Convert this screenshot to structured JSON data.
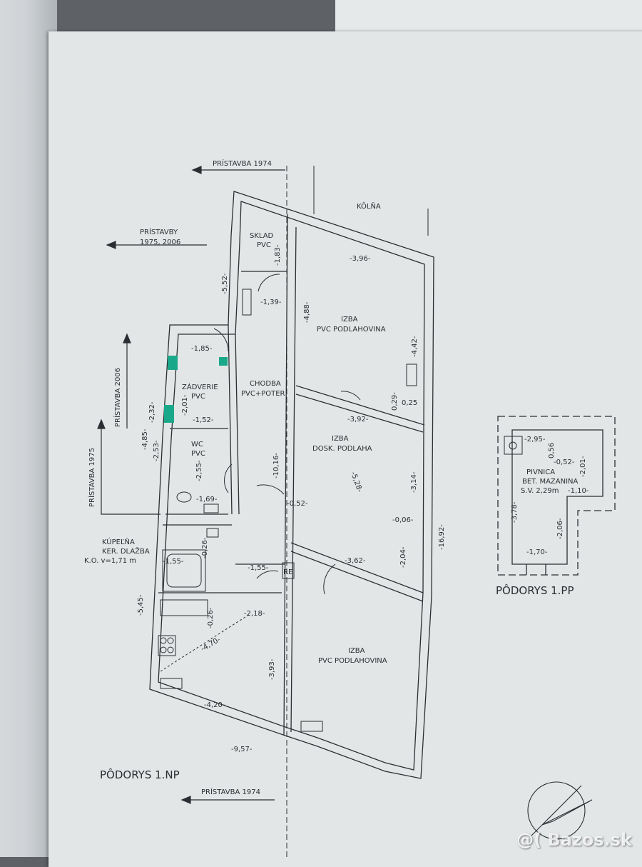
{
  "colors": {
    "paper": "#e2e6e7",
    "ink": "#2b2f33",
    "accent": "#1aa88a"
  },
  "labels": {
    "pristavba_1974_top": "PRÍSTAVBA 1974",
    "kolna": "KÔLŇA",
    "pristavby_l1": "PRÍSTAVBY",
    "pristavby_l2": "1975, 2006",
    "sklad": "SKLAD",
    "sklad_floor": "PVC",
    "izba1": "IZBA",
    "izba1_floor": "PVC PODLAHOVINA",
    "zadverie": "ZÁDVERIE",
    "zadverie_floor": "PVC",
    "chodba": "CHODBA",
    "chodba_floor": "PVC+POTER",
    "pristavba_2006": "PRÍSTAVBA 2006",
    "pristavba_1975": "PRÍSTAVBA 1975",
    "wc": "WC",
    "wc_floor": "PVC",
    "izba2": "IZBA",
    "izba2_floor": "DOSK. PODLAHA",
    "kupelna": "KÚPEĽŇA",
    "kupelna_floor": "KER. DLAŽBA",
    "kupelna_note": "K.O. v=1,71 m",
    "re": "RE",
    "izba3": "IZBA",
    "izba3_floor": "PVC PODLAHOVINA",
    "podorys_np": "PÔDORYS 1.NP",
    "pristavba_1974_bottom": "PRÍSTAVBA 1974",
    "pivnica": "PIVNICA",
    "pivnica_floor": "BET. MAZANINA",
    "pivnica_sv": "S.V. 2,29m",
    "podorys_pp": "PÔDORYS 1.PP"
  },
  "dims": {
    "d552": "-5,52-",
    "d183": "-1,83-",
    "d139": "-1,39-",
    "d396": "-3,96-",
    "d488": "-4,88-",
    "d442": "-4,42-",
    "d185": "-1,85-",
    "d201": "-2,01-",
    "d029": "0,29-",
    "d025": "0,25",
    "d232": "-2,32-",
    "d152": "-1,52-",
    "d392": "-3,92-",
    "d485": "-4,85-",
    "d253": "-2,53-",
    "d255": "-2,55-",
    "d1016": "-10,16-",
    "d314": "-3,14-",
    "d528": "-5,28-",
    "d169": "-1,69-",
    "d052": "-0,52-",
    "d006": "-0,06-",
    "d1692": "-16,92-",
    "d026a": "-0,26-",
    "d155a": "-1,55-",
    "d155b": "-1,55-",
    "d362": "-3,62-",
    "d204": "-2,04-",
    "d545": "-5,45-",
    "d218": "-2,18-",
    "d026b": "-0,26-",
    "d470": "-4,70-",
    "d393": "-3,93-",
    "d420": "-4,20-",
    "d957": "-9,57-",
    "p295": "-2,95-",
    "p056": "0,56",
    "p052": "-0,52-",
    "p201": "-2,01-",
    "p110": "-1,10-",
    "p378": "-3,78-",
    "p206": "-2,06-",
    "p170": "-1,70-"
  },
  "watermark": "@( Bazos.sk"
}
